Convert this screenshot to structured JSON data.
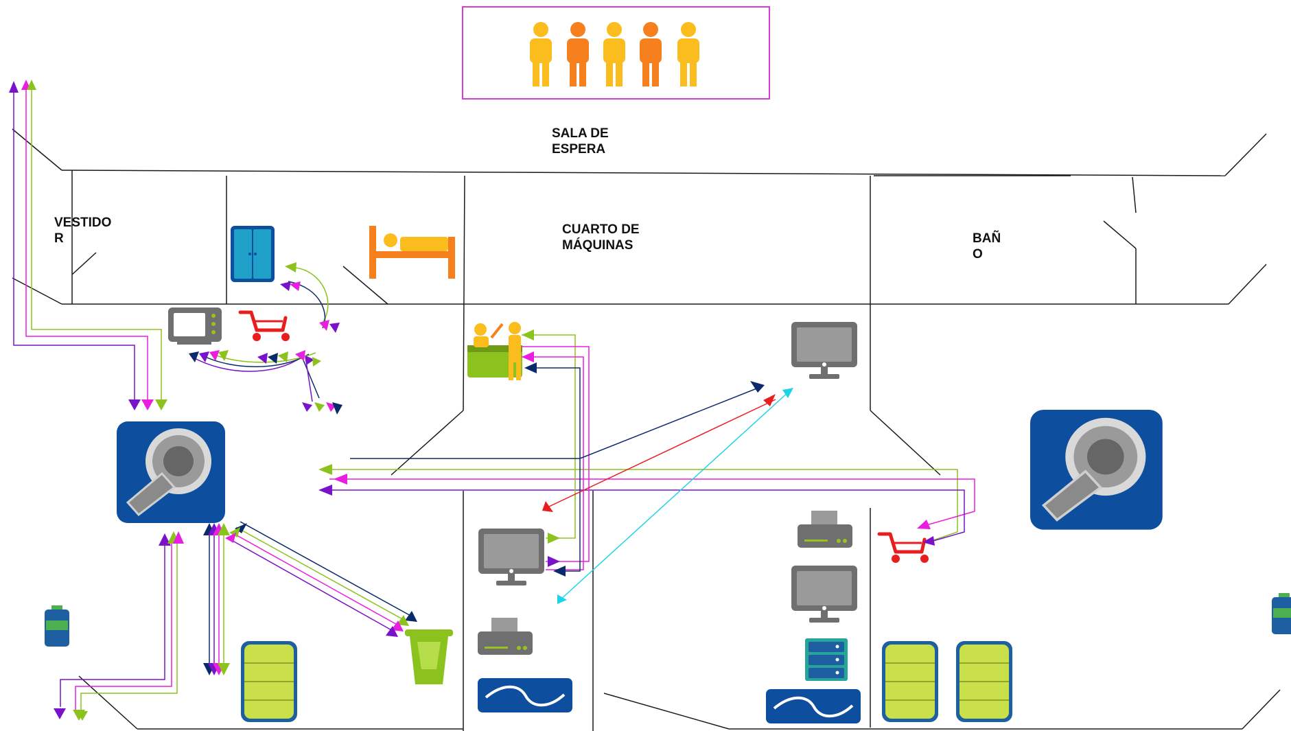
{
  "labels": {
    "waiting_room": "SALA DE\nESPERA",
    "dressing_room": "VESTIDO\nR",
    "machine_room": "CUARTO DE\nMÁQUINAS",
    "bathroom": "BAÑ\nO"
  },
  "icons": {
    "people": "people-group-icon",
    "cabinet": "locker-icon",
    "bed": "bed-icon",
    "microwave": "microwave-icon",
    "cart": "cart-icon",
    "reception": "reception-desk-icon",
    "mri": "mri-scanner-icon",
    "monitor": "monitor-icon",
    "printer": "printer-icon",
    "server": "server-icon",
    "cooling_unit": "cooling-unit-icon",
    "trash": "trash-bin-icon",
    "bottle": "bottle-icon",
    "storage": "storage-cabinet-icon"
  },
  "colors": {
    "wall": "#1a1a1a",
    "waiting_box": "#d63bd6",
    "person_yellow": "#fbbc1e",
    "person_orange": "#f7801e",
    "bed_orange": "#f7801e",
    "mri_blue": "#0d4f9e",
    "monitor_gray": "#6f6f6f",
    "storage_green": "#c9e04a",
    "storage_border": "#1d5fa0",
    "cart_red": "#e81e1e",
    "flow_navy": "#0b2a6b",
    "flow_purple": "#7a12c9",
    "flow_magenta": "#e81ee0",
    "flow_lime": "#8cc21e",
    "flow_red": "#e81e1e",
    "flow_cyan": "#1ed3e8"
  }
}
